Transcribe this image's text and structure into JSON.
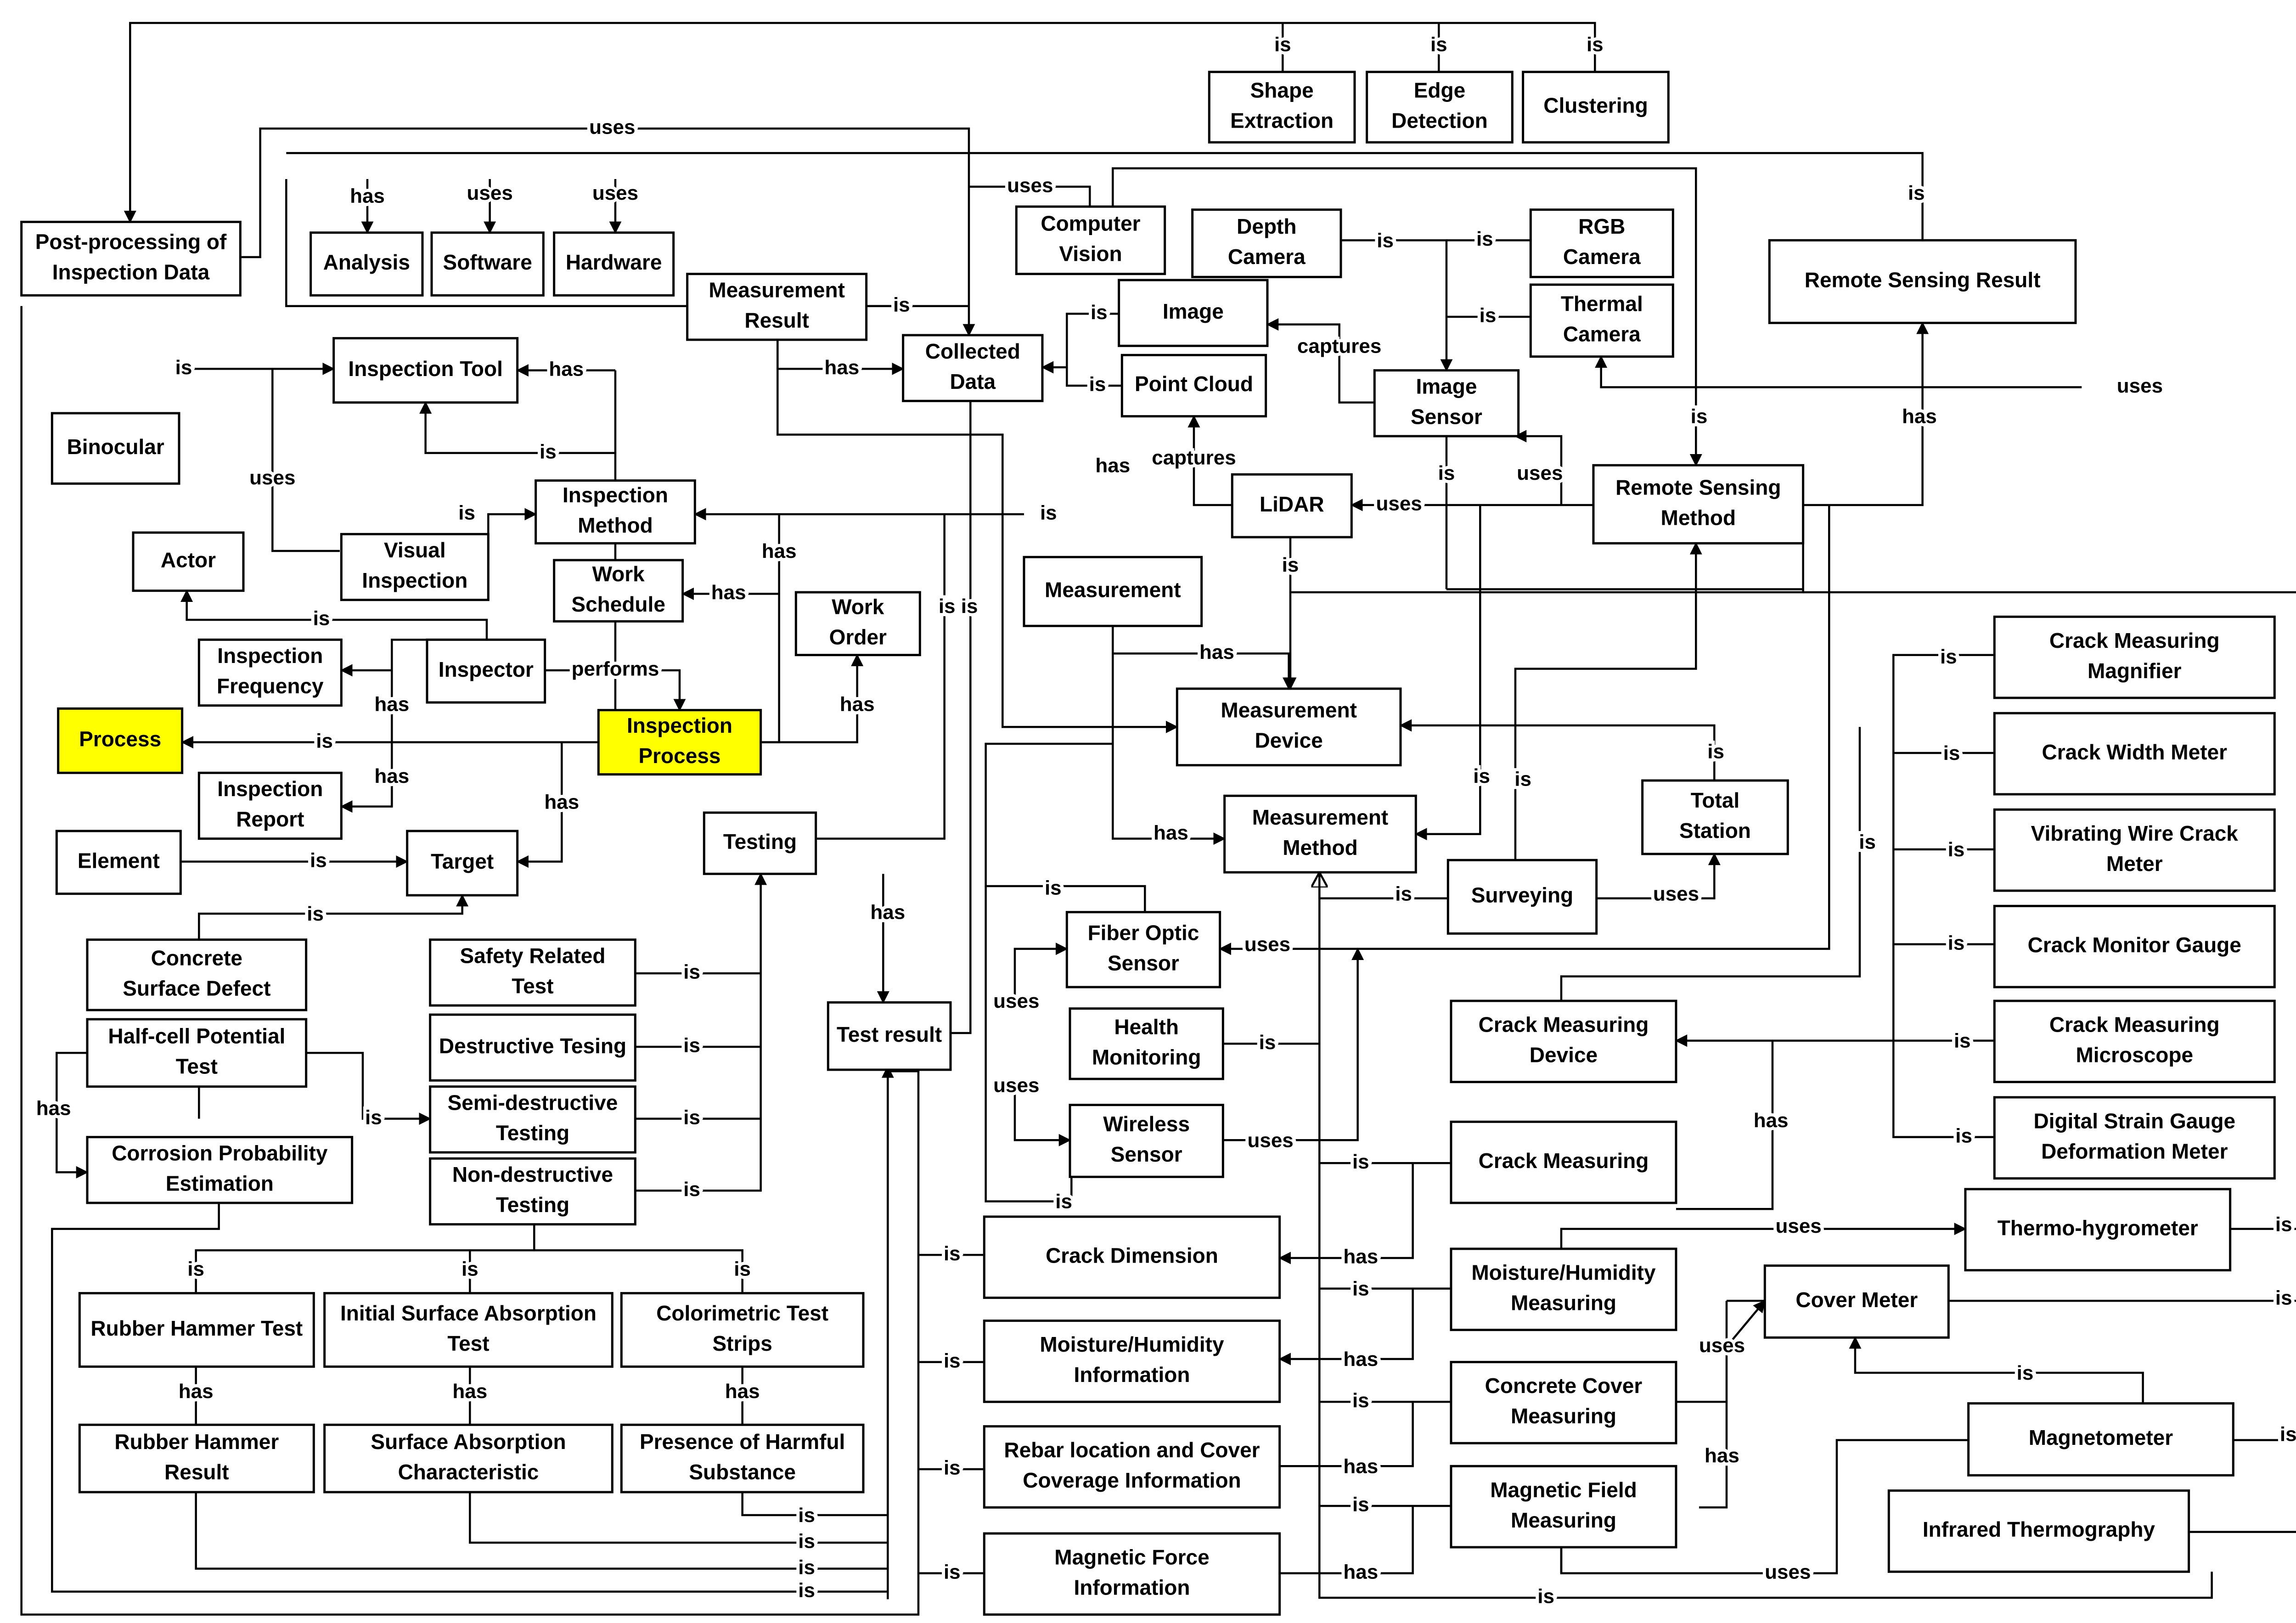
{
  "nodes": [
    {
      "id": "shape_extraction",
      "label": "Shape Extraction",
      "lines": [
        "Shape",
        "Extraction"
      ]
    },
    {
      "id": "edge_detection",
      "label": "Edge Detection",
      "lines": [
        "Edge",
        "Detection"
      ]
    },
    {
      "id": "clustering",
      "label": "Clustering",
      "lines": [
        "Clustering"
      ]
    },
    {
      "id": "postprocessing",
      "label": "Post-processing of Inspection Data",
      "lines": [
        "Post-processing of",
        "Inspection Data"
      ]
    },
    {
      "id": "analysis",
      "label": "Analysis",
      "lines": [
        "Analysis"
      ]
    },
    {
      "id": "software",
      "label": "Software",
      "lines": [
        "Software"
      ]
    },
    {
      "id": "hardware",
      "label": "Hardware",
      "lines": [
        "Hardware"
      ]
    },
    {
      "id": "computer_vision",
      "label": "Computer Vision",
      "lines": [
        "Computer",
        "Vision"
      ]
    },
    {
      "id": "depth_camera",
      "label": "Depth Camera",
      "lines": [
        "Depth",
        "Camera"
      ]
    },
    {
      "id": "rgb_camera",
      "label": "RGB Camera",
      "lines": [
        "RGB",
        "Camera"
      ]
    },
    {
      "id": "thermal_camera",
      "label": "Thermal Camera",
      "lines": [
        "Thermal",
        "Camera"
      ]
    },
    {
      "id": "remote_sensing_result",
      "label": "Remote Sensing Result",
      "lines": [
        "Remote Sensing Result"
      ]
    },
    {
      "id": "measurement_result",
      "label": "Measurement Result",
      "lines": [
        "Measurement",
        "Result"
      ]
    },
    {
      "id": "collected_data",
      "label": "Collected Data",
      "lines": [
        "Collected",
        "Data"
      ]
    },
    {
      "id": "image",
      "label": "Image",
      "lines": [
        "Image"
      ]
    },
    {
      "id": "point_cloud",
      "label": "Point Cloud",
      "lines": [
        "Point Cloud"
      ]
    },
    {
      "id": "image_sensor",
      "label": "Image Sensor",
      "lines": [
        "Image",
        "Sensor"
      ]
    },
    {
      "id": "inspection_tool",
      "label": "Inspection Tool",
      "lines": [
        "Inspection Tool"
      ]
    },
    {
      "id": "binocular",
      "label": "Binocular",
      "lines": [
        "Binocular"
      ]
    },
    {
      "id": "lidar",
      "label": "LiDAR",
      "lines": [
        "LiDAR"
      ]
    },
    {
      "id": "remote_sensing_method",
      "label": "Remote Sensing Method",
      "lines": [
        "Remote Sensing",
        "Method"
      ]
    },
    {
      "id": "inspection_method",
      "label": "Inspection Method",
      "lines": [
        "Inspection",
        "Method"
      ]
    },
    {
      "id": "actor",
      "label": "Actor",
      "lines": [
        "Actor"
      ]
    },
    {
      "id": "visual_inspection",
      "label": "Visual Inspection",
      "lines": [
        "Visual",
        "Inspection"
      ]
    },
    {
      "id": "work_schedule",
      "label": "Work Schedule",
      "lines": [
        "Work",
        "Schedule"
      ]
    },
    {
      "id": "measurement",
      "label": "Measurement",
      "lines": [
        "Measurement"
      ]
    },
    {
      "id": "work_order",
      "label": "Work Order",
      "lines": [
        "Work",
        "Order"
      ]
    },
    {
      "id": "crack_measuring_magnifier",
      "label": "Crack Measuring Magnifier",
      "lines": [
        "Crack Measuring",
        "Magnifier"
      ]
    },
    {
      "id": "inspection_frequency",
      "label": "Inspection Frequency",
      "lines": [
        "Inspection",
        "Frequency"
      ]
    },
    {
      "id": "inspector",
      "label": "Inspector",
      "lines": [
        "Inspector"
      ]
    },
    {
      "id": "measurement_device",
      "label": "Measurement Device",
      "lines": [
        "Measurement",
        "Device"
      ]
    },
    {
      "id": "process",
      "label": "Process",
      "lines": [
        "Process"
      ],
      "highlight": true
    },
    {
      "id": "inspection_process",
      "label": "Inspection Process",
      "lines": [
        "Inspection",
        "Process"
      ],
      "highlight": true
    },
    {
      "id": "crack_width_meter",
      "label": "Crack Width Meter",
      "lines": [
        "Crack Width Meter"
      ]
    },
    {
      "id": "inspection_report",
      "label": "Inspection Report",
      "lines": [
        "Inspection",
        "Report"
      ]
    },
    {
      "id": "total_station",
      "label": "Total Station",
      "lines": [
        "Total",
        "Station"
      ]
    },
    {
      "id": "measurement_method",
      "label": "Measurement Method",
      "lines": [
        "Measurement",
        "Method"
      ]
    },
    {
      "id": "testing",
      "label": "Testing",
      "lines": [
        "Testing"
      ]
    },
    {
      "id": "element",
      "label": "Element",
      "lines": [
        "Element"
      ]
    },
    {
      "id": "target",
      "label": "Target",
      "lines": [
        "Target"
      ]
    },
    {
      "id": "vibrating_wire",
      "label": "Vibrating Wire Crack Meter",
      "lines": [
        "Vibrating Wire Crack",
        "Meter"
      ]
    },
    {
      "id": "surveying",
      "label": "Surveying",
      "lines": [
        "Surveying"
      ]
    },
    {
      "id": "concrete_surface_defect",
      "label": "Concrete Surface Defect",
      "lines": [
        "Concrete",
        "Surface Defect"
      ]
    },
    {
      "id": "safety_related_test",
      "label": "Safety Related Test",
      "lines": [
        "Safety Related",
        "Test"
      ]
    },
    {
      "id": "fiber_optic_sensor",
      "label": "Fiber Optic Sensor",
      "lines": [
        "Fiber Optic",
        "Sensor"
      ]
    },
    {
      "id": "crack_monitor_gauge",
      "label": "Crack Monitor Gauge",
      "lines": [
        "Crack Monitor Gauge"
      ]
    },
    {
      "id": "half_cell",
      "label": "Half-cell Potential Test",
      "lines": [
        "Half-cell Potential",
        "Test"
      ]
    },
    {
      "id": "destructive_tesing",
      "label": "Destructive Tesing",
      "lines": [
        "Destructive Tesing"
      ]
    },
    {
      "id": "test_result",
      "label": "Test result",
      "lines": [
        "Test result"
      ]
    },
    {
      "id": "health_monitoring",
      "label": "Health Monitoring",
      "lines": [
        "Health",
        "Monitoring"
      ]
    },
    {
      "id": "crack_measuring_device",
      "label": "Crack Measuring Device",
      "lines": [
        "Crack Measuring",
        "Device"
      ]
    },
    {
      "id": "crack_measuring_microscope",
      "label": "Crack Measuring Microscope",
      "lines": [
        "Crack Measuring",
        "Microscope"
      ]
    },
    {
      "id": "semi_destructive",
      "label": "Semi-destructive Testing",
      "lines": [
        "Semi-destructive",
        "Testing"
      ]
    },
    {
      "id": "corrosion_probability",
      "label": "Corrosion Probability Estimation",
      "lines": [
        "Corrosion Probability",
        "Estimation"
      ]
    },
    {
      "id": "wireless_sensor",
      "label": "Wireless Sensor",
      "lines": [
        "Wireless",
        "Sensor"
      ]
    },
    {
      "id": "crack_measuring",
      "label": "Crack Measuring",
      "lines": [
        "Crack Measuring"
      ]
    },
    {
      "id": "digital_strain_gauge",
      "label": "Digital Strain Gauge Deformation Meter",
      "lines": [
        "Digital Strain Gauge",
        "Deformation Meter"
      ]
    },
    {
      "id": "non_destructive",
      "label": "Non-destructive Testing",
      "lines": [
        "Non-destructive",
        "Testing"
      ]
    },
    {
      "id": "thermo_hygrometer",
      "label": "Thermo-hygrometer",
      "lines": [
        "Thermo-hygrometer"
      ]
    },
    {
      "id": "crack_dimension",
      "label": "Crack Dimension",
      "lines": [
        "Crack Dimension"
      ]
    },
    {
      "id": "moisture_measuring",
      "label": "Moisture/Humidity Measuring",
      "lines": [
        "Moisture/Humidity",
        "Measuring"
      ]
    },
    {
      "id": "cover_meter",
      "label": "Cover Meter",
      "lines": [
        "Cover Meter"
      ]
    },
    {
      "id": "rubber_hammer_test",
      "label": "Rubber Hammer Test",
      "lines": [
        "Rubber Hammer Test"
      ]
    },
    {
      "id": "initial_surface_absorption",
      "label": "Initial Surface Absorption Test",
      "lines": [
        "Initial Surface Absorption",
        "Test"
      ]
    },
    {
      "id": "colorimetric",
      "label": "Colorimetric Test Strips",
      "lines": [
        "Colorimetric Test",
        "Strips"
      ]
    },
    {
      "id": "moisture_info",
      "label": "Moisture/Humidity Information",
      "lines": [
        "Moisture/Humidity",
        "Information"
      ]
    },
    {
      "id": "concrete_cover_measuring",
      "label": "Concrete Cover Measuring",
      "lines": [
        "Concrete Cover",
        "Measuring"
      ]
    },
    {
      "id": "magnetometer",
      "label": "Magnetometer",
      "lines": [
        "Magnetometer"
      ]
    },
    {
      "id": "rubber_hammer_result",
      "label": "Rubber Hammer Result",
      "lines": [
        "Rubber Hammer",
        "Result"
      ]
    },
    {
      "id": "surface_absorption",
      "label": "Surface Absorption Characteristic",
      "lines": [
        "Surface Absorption",
        "Characteristic"
      ]
    },
    {
      "id": "harmful_substance",
      "label": "Presence of Harmful Substance",
      "lines": [
        "Presence of Harmful",
        "Substance"
      ]
    },
    {
      "id": "rebar_info",
      "label": "Rebar location and Cover Coverage Information",
      "lines": [
        "Rebar location and Cover",
        "Coverage Information"
      ]
    },
    {
      "id": "magnetic_field_measuring",
      "label": "Magnetic Field Measuring",
      "lines": [
        "Magnetic Field",
        "Measuring"
      ]
    },
    {
      "id": "infrared_thermography",
      "label": "Infrared Thermography",
      "lines": [
        "Infrared Thermography"
      ]
    },
    {
      "id": "magnetic_force_info",
      "label": "Magnetic Force Information",
      "lines": [
        "Magnetic Force",
        "Information"
      ]
    }
  ],
  "edges": [
    {
      "id": "e1",
      "label": "is"
    },
    {
      "id": "e2",
      "label": "is"
    },
    {
      "id": "e3",
      "label": "is"
    },
    {
      "id": "e4",
      "label": "uses"
    },
    {
      "id": "e5",
      "label": "has"
    },
    {
      "id": "e6",
      "label": "uses"
    },
    {
      "id": "e7",
      "label": "uses"
    },
    {
      "id": "e8",
      "label": "uses"
    },
    {
      "id": "e9",
      "label": "is"
    },
    {
      "id": "e10",
      "label": "is"
    },
    {
      "id": "e11",
      "label": "is"
    },
    {
      "id": "e12",
      "label": "is"
    },
    {
      "id": "e13",
      "label": "is"
    },
    {
      "id": "e14",
      "label": "captures"
    },
    {
      "id": "e15",
      "label": "is"
    },
    {
      "id": "e16",
      "label": "has"
    },
    {
      "id": "e17",
      "label": "has"
    },
    {
      "id": "e18",
      "label": "is"
    },
    {
      "id": "e19",
      "label": "uses"
    },
    {
      "id": "e20",
      "label": "is"
    },
    {
      "id": "e21",
      "label": "captures"
    },
    {
      "id": "e22",
      "label": "uses"
    },
    {
      "id": "e23",
      "label": "uses"
    },
    {
      "id": "e24",
      "label": "has"
    },
    {
      "id": "e25",
      "label": "is"
    },
    {
      "id": "e26",
      "label": "is"
    },
    {
      "id": "e27",
      "label": "is"
    },
    {
      "id": "e28",
      "label": "is"
    },
    {
      "id": "e29",
      "label": "has"
    },
    {
      "id": "e30",
      "label": "has"
    },
    {
      "id": "e31",
      "label": "is"
    },
    {
      "id": "e32",
      "label": "has"
    },
    {
      "id": "e33",
      "label": "has"
    },
    {
      "id": "e34",
      "label": "performs"
    },
    {
      "id": "e35",
      "label": "is"
    },
    {
      "id": "e36",
      "label": "has"
    },
    {
      "id": "e37",
      "label": "has"
    },
    {
      "id": "e38",
      "label": "has"
    },
    {
      "id": "e39",
      "label": "is"
    },
    {
      "id": "e40",
      "label": "has"
    },
    {
      "id": "e41",
      "label": "is"
    },
    {
      "id": "e42",
      "label": "is"
    },
    {
      "id": "e43",
      "label": "is"
    },
    {
      "id": "e44",
      "label": "is"
    },
    {
      "id": "e45",
      "label": "uses"
    },
    {
      "id": "e46",
      "label": "is"
    },
    {
      "id": "e47",
      "label": "is"
    },
    {
      "id": "e48",
      "label": "is"
    },
    {
      "id": "e49",
      "label": "is"
    },
    {
      "id": "e50",
      "label": "is"
    },
    {
      "id": "e51",
      "label": "is"
    },
    {
      "id": "e52",
      "label": "is"
    },
    {
      "id": "e53",
      "label": "has"
    },
    {
      "id": "e54",
      "label": "is"
    },
    {
      "id": "e55",
      "label": "uses"
    },
    {
      "id": "e56",
      "label": "uses"
    },
    {
      "id": "e57",
      "label": "uses"
    },
    {
      "id": "e58",
      "label": "is"
    },
    {
      "id": "e59",
      "label": "is"
    },
    {
      "id": "e60",
      "label": "uses"
    },
    {
      "id": "e61",
      "label": "has"
    },
    {
      "id": "e62",
      "label": "is"
    },
    {
      "id": "e63",
      "label": "has"
    },
    {
      "id": "e64",
      "label": "is"
    },
    {
      "id": "e65",
      "label": "is"
    },
    {
      "id": "e66",
      "label": "uses"
    },
    {
      "id": "e67",
      "label": "is"
    },
    {
      "id": "e68",
      "label": "is"
    },
    {
      "id": "e69",
      "label": "has"
    },
    {
      "id": "e70",
      "label": "is"
    },
    {
      "id": "e71",
      "label": "has"
    },
    {
      "id": "e72",
      "label": "is"
    },
    {
      "id": "e73",
      "label": "uses"
    },
    {
      "id": "e74",
      "label": "is"
    },
    {
      "id": "e75",
      "label": "has"
    },
    {
      "id": "e76",
      "label": "has"
    },
    {
      "id": "e77",
      "label": "has"
    },
    {
      "id": "e78",
      "label": "has"
    },
    {
      "id": "e79",
      "label": "is"
    },
    {
      "id": "e80",
      "label": "is"
    },
    {
      "id": "e81",
      "label": "is"
    },
    {
      "id": "e82",
      "label": "is"
    },
    {
      "id": "e83",
      "label": "is"
    },
    {
      "id": "e84",
      "label": "is"
    },
    {
      "id": "e85",
      "label": "is"
    },
    {
      "id": "e86",
      "label": "is"
    },
    {
      "id": "e87",
      "label": "is"
    },
    {
      "id": "e88",
      "label": "has"
    },
    {
      "id": "e89",
      "label": "uses"
    },
    {
      "id": "e90",
      "label": "is"
    },
    {
      "id": "e91",
      "label": "is"
    },
    {
      "id": "e92",
      "label": "is"
    },
    {
      "id": "e93",
      "label": "is"
    },
    {
      "id": "e94",
      "label": "is"
    },
    {
      "id": "e95",
      "label": "is"
    },
    {
      "id": "e96",
      "label": "is"
    },
    {
      "id": "e97",
      "label": "is"
    },
    {
      "id": "e98",
      "label": "is"
    },
    {
      "id": "e99",
      "label": "is"
    },
    {
      "id": "e100",
      "label": "is"
    },
    {
      "id": "e101",
      "label": "is"
    },
    {
      "id": "e102",
      "label": "is"
    },
    {
      "id": "e103",
      "label": "has"
    }
  ]
}
